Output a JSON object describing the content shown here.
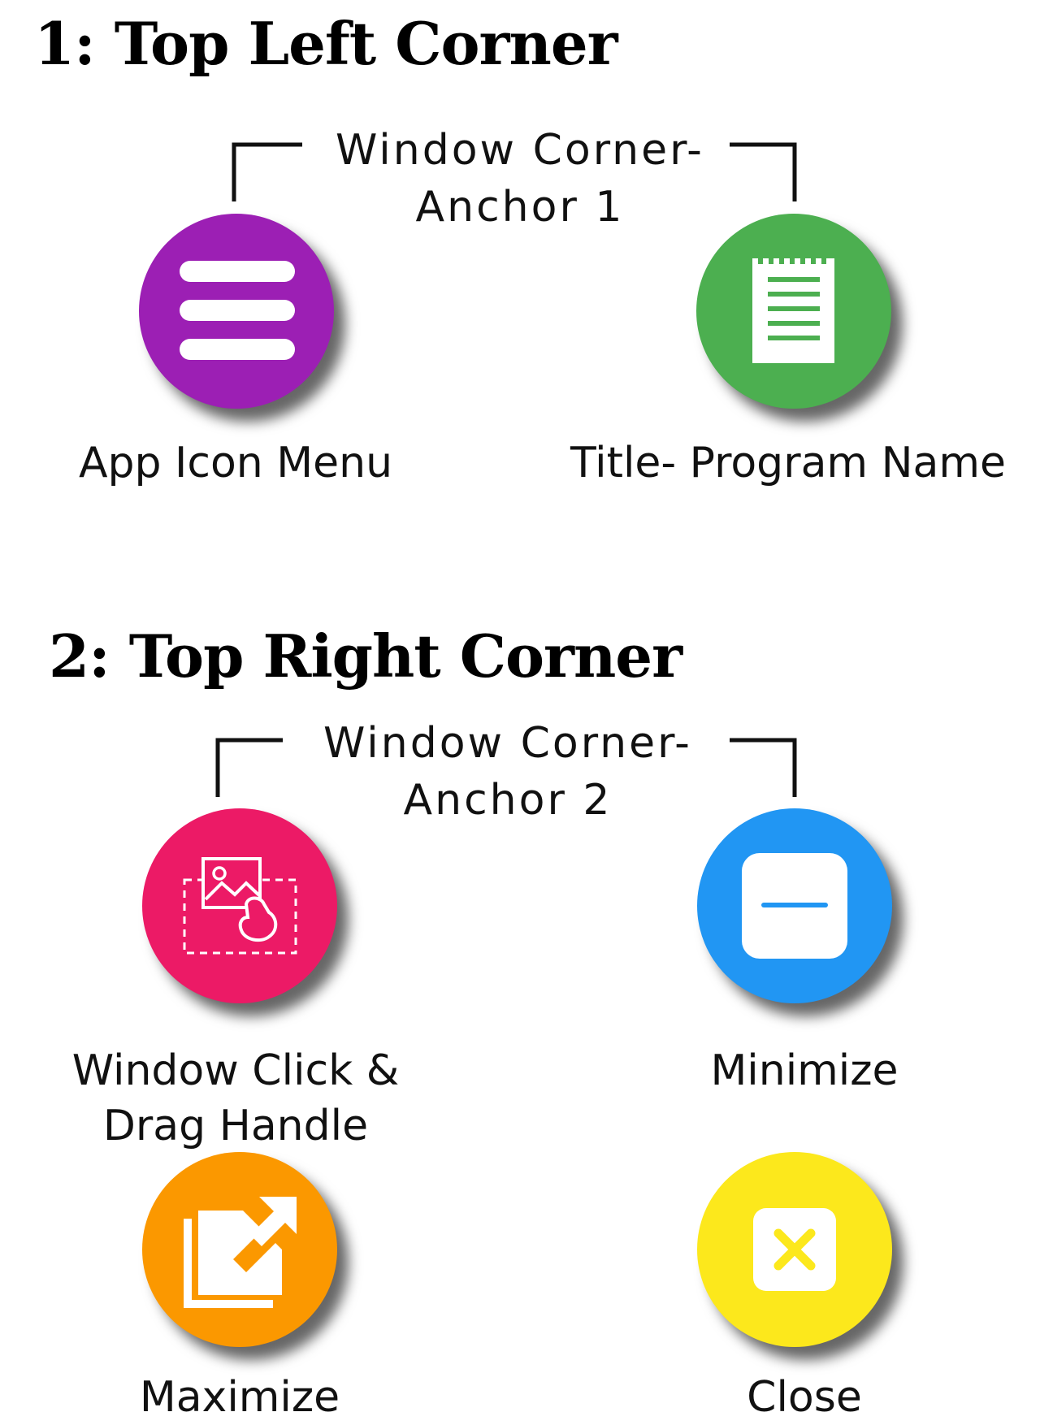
{
  "sections": [
    {
      "title": "1: Top Left Corner",
      "bracket_label_line1": "Window Corner-",
      "bracket_label_line2": "Anchor 1",
      "items": [
        {
          "label": "App Icon Menu",
          "icon": "hamburger-menu-icon",
          "color": "#9C1FB4"
        },
        {
          "label": "Title- Program Name",
          "icon": "notepad-icon",
          "color": "#4CAF50"
        }
      ]
    },
    {
      "title": "2: Top Right Corner",
      "bracket_label_line1": "Window Corner-",
      "bracket_label_line2": "Anchor 2",
      "items": [
        {
          "label_line1": "Window Click &",
          "label_line2": "Drag Handle",
          "icon": "drag-image-icon",
          "color": "#EC1A66"
        },
        {
          "label": "Minimize",
          "icon": "minimize-icon",
          "color": "#2196F3"
        },
        {
          "label": "Maximize",
          "icon": "maximize-icon",
          "color": "#FB9800"
        },
        {
          "label": "Close",
          "icon": "close-icon",
          "color": "#FCE81C"
        }
      ]
    }
  ]
}
